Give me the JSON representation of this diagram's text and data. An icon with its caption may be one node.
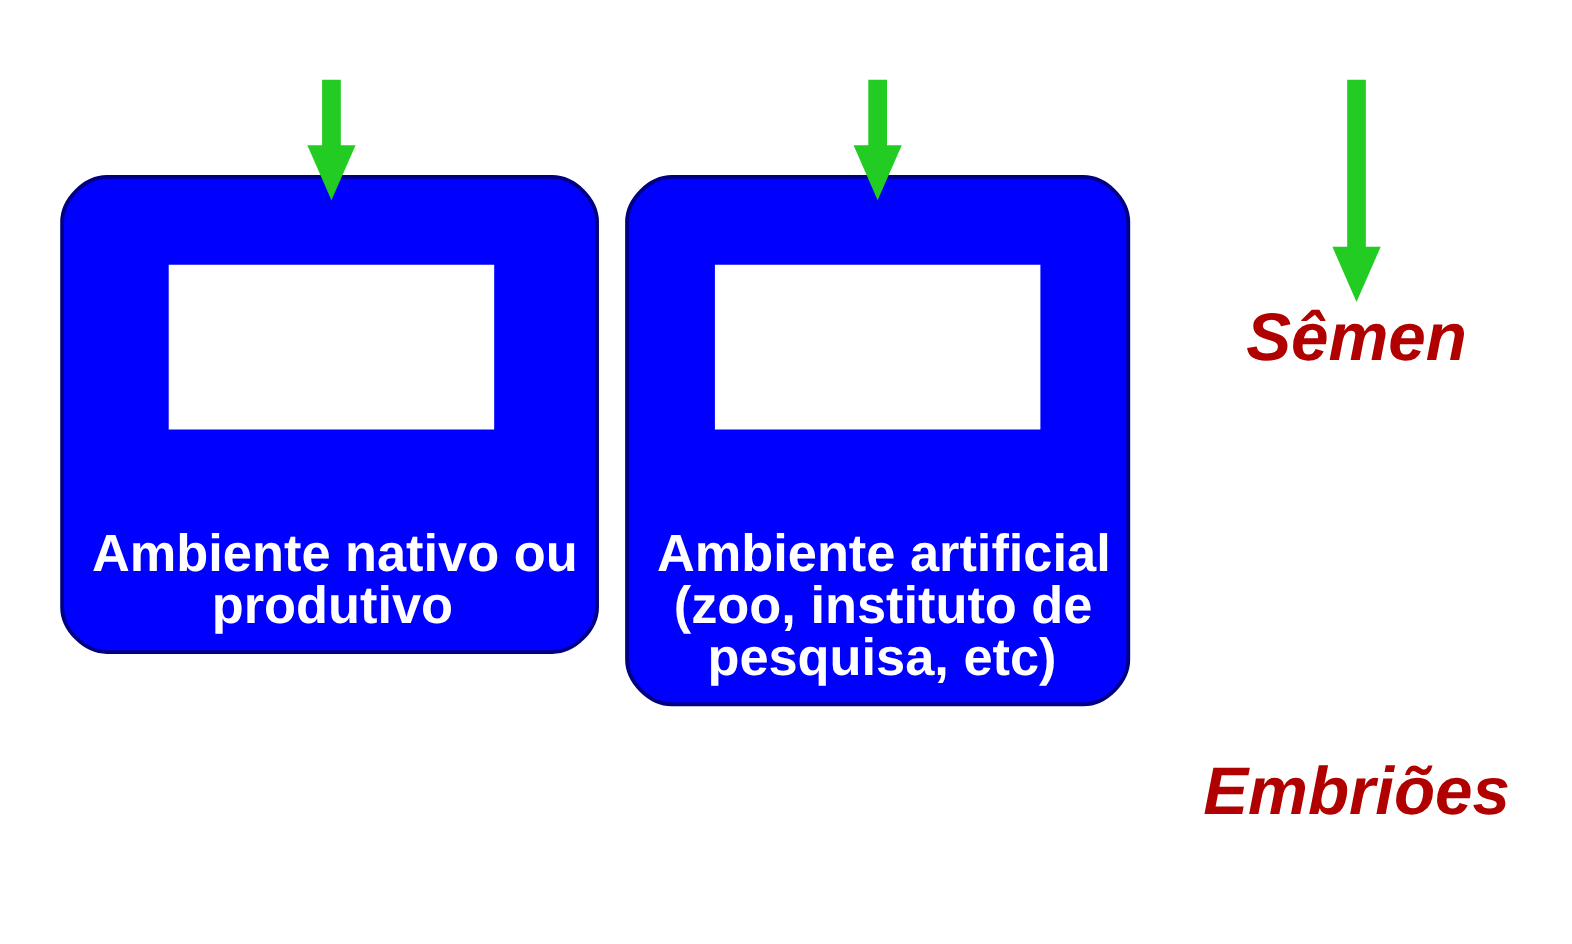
{
  "diagram": {
    "nodes": [
      {
        "text": [
          "Ambiente nativo ou produtivo"
        ]
      },
      {
        "text": [],
        "shape": "box",
        "in": 0
      },
      {
        "text": [
          "Ambiente artificial (zoo, instituto de pesquisa, etc)"
        ]
      },
      {
        "text": [],
        "shape": "box",
        "in": 2
      },
      {
        "text": [
          "Sêmen"
        ]
      }
    ],
    "edges": [
      {
        "from": null,
        "to": 0,
        "arrow": "to"
      },
      {
        "from": null,
        "to": 2,
        "arrow": "to"
      },
      {
        "from": null,
        "to": 4,
        "arrow": "to"
      }
    ],
    "labels": [
      "Embriões"
    ]
  }
}
